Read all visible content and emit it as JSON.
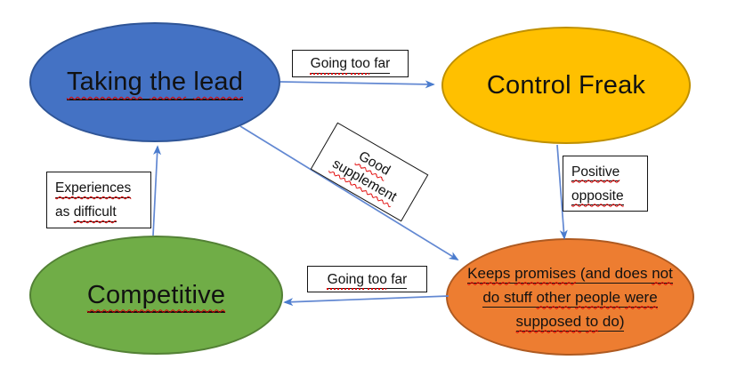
{
  "diagram": {
    "background": "#ffffff",
    "arrow_line_color": "#6288d2",
    "arrow_head_color": "#4a7cce",
    "spellcheck_color": "#e00000",
    "nodes": {
      "taking_the_lead": {
        "text": "Taking the lead",
        "fill": "#4472C4",
        "border": "#2F5597",
        "rich": [
          [
            {
              "t": "Taking",
              "u": true,
              "w": "wavy"
            },
            {
              "t": "the",
              "u": true,
              "w": "wavy"
            },
            {
              "t": "lead",
              "u": true,
              "w": "wavy"
            }
          ]
        ]
      },
      "control_freak": {
        "text": "Control Freak",
        "fill": "#FFC000",
        "border": "#BF9000",
        "rich": [
          [
            {
              "t": "Control"
            },
            {
              "t": "Freak"
            }
          ]
        ]
      },
      "competitive": {
        "text": "Competitive",
        "fill": "#70AD47",
        "border": "#538135",
        "rich": [
          [
            {
              "t": "Competitive",
              "u": true,
              "w": "wavy"
            }
          ]
        ]
      },
      "keeps_promises": {
        "text": "Keeps promises (and does not do stuff other people were supposed to do)",
        "fill": "#ED7D31",
        "border": "#AE5A21",
        "rich": [
          [
            {
              "t": "Keeps",
              "u": true,
              "w": "wavy"
            },
            {
              "t": "promises",
              "u": true,
              "w": "wavy"
            },
            {
              "t": "(and",
              "u": true
            },
            {
              "t": "does",
              "u": true
            },
            {
              "t": "not",
              "u": true,
              "w": "wavy"
            }
          ],
          [
            {
              "t": "do",
              "u": true
            },
            {
              "t": "stuff",
              "u": true
            },
            {
              "t": "other",
              "u": true,
              "w": "wavy"
            },
            {
              "t": "people",
              "u": true,
              "w": "wavy"
            },
            {
              "t": "were",
              "u": true,
              "w": "wavy"
            }
          ],
          [
            {
              "t": "supposed",
              "u": true,
              "w": "wavy"
            },
            {
              "t": "to",
              "u": true,
              "w": "wavy"
            },
            {
              "t": "do)",
              "u": true
            }
          ]
        ]
      }
    },
    "labels": {
      "going_too_far_top": {
        "text": "Going too far",
        "rich": [
          [
            {
              "t": "Going",
              "u": true,
              "w": "dots"
            },
            {
              "t": "too",
              "u": true,
              "w": "dots"
            },
            {
              "t": "far",
              "u": true
            }
          ]
        ]
      },
      "good_supplement": {
        "text": "Good supplement",
        "rich": [
          [
            {
              "t": "Good",
              "w": "wavy"
            }
          ],
          [
            {
              "t": "supplement",
              "w": "wavy"
            }
          ]
        ]
      },
      "experiences_as_difficult": {
        "text": "Experiences as difficult",
        "rich": [
          [
            {
              "t": "Experiences",
              "u": true,
              "w": "wavy"
            }
          ],
          [
            {
              "t": "as"
            },
            {
              "t": "difficult",
              "u": true,
              "w": "wavy"
            }
          ]
        ]
      },
      "positive_opposite": {
        "text": "Positive opposite",
        "rich": [
          [
            {
              "t": "Positive",
              "u": true,
              "w": "wavy"
            }
          ],
          [
            {
              "t": "opposite",
              "u": true,
              "w": "wavy"
            }
          ]
        ]
      },
      "going_too_far_bottom": {
        "text": "Going too far",
        "rich": [
          [
            {
              "t": "Going",
              "u": true,
              "w": "dots"
            },
            {
              "t": "too",
              "u": true,
              "w": "dots"
            },
            {
              "t": "far",
              "u": true
            }
          ]
        ]
      }
    },
    "arrows": [
      {
        "name": "arrow-taking-to-control",
        "from": "taking_the_lead",
        "to": "control_freak",
        "label": "Going too far"
      },
      {
        "name": "arrow-control-to-keeps",
        "from": "control_freak",
        "to": "keeps_promises",
        "label": "Positive opposite"
      },
      {
        "name": "arrow-taking-to-keeps",
        "from": "taking_the_lead",
        "to": "keeps_promises",
        "label": "Good supplement"
      },
      {
        "name": "arrow-keeps-to-competitive",
        "from": "keeps_promises",
        "to": "competitive",
        "label": "Going too far"
      },
      {
        "name": "arrow-competitive-to-taking",
        "from": "competitive",
        "to": "taking_the_lead",
        "label": "Experiences as difficult"
      }
    ]
  }
}
